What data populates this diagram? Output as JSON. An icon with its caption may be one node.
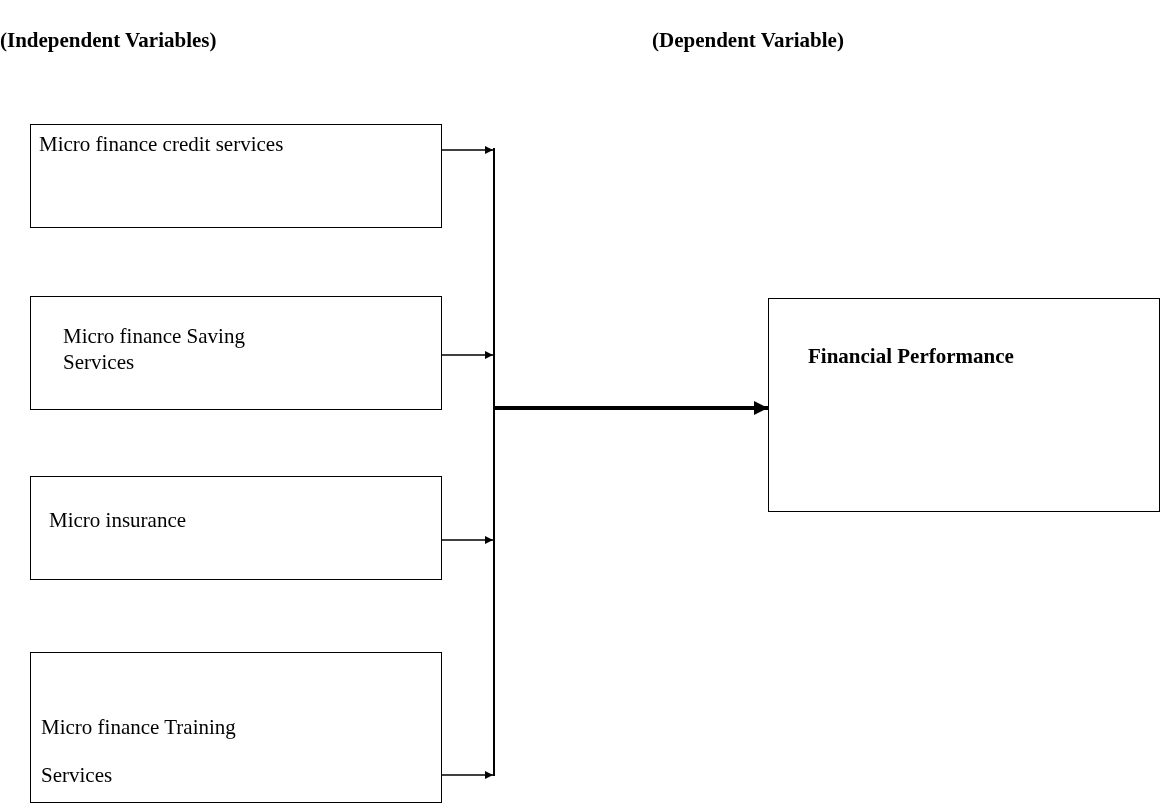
{
  "diagram": {
    "nodes": [
      {
        "text": [
          "Micro finance credit services"
        ]
      },
      {
        "text": [
          "Micro finance Saving Services"
        ]
      },
      {
        "text": [
          "Micro insurance"
        ]
      },
      {
        "text": [
          "Micro finance Training Services"
        ]
      },
      {
        "text": [],
        "shape": "bar"
      },
      {
        "text": [
          "Financial Performance"
        ]
      }
    ],
    "edges": [
      {
        "from": 0,
        "to": 4,
        "arrow": "to"
      },
      {
        "from": 1,
        "to": 4,
        "arrow": "to"
      },
      {
        "from": 2,
        "to": 4,
        "arrow": "to"
      },
      {
        "from": 3,
        "to": 4,
        "arrow": "to"
      },
      {
        "from": 4,
        "to": 5,
        "arrow": "to",
        "style": "thick"
      }
    ],
    "labels": [
      "(Independent Variables)",
      "(Dependent Variable)"
    ]
  }
}
